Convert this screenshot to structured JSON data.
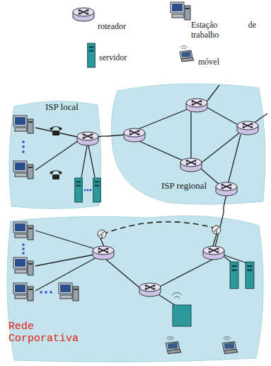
{
  "diagram": {
    "nodes": [
      {
        "text": [
          "ISP local"
        ]
      },
      {
        "text": [
          "ISP regional"
        ]
      },
      {
        "text": [
          "Rede Corporativa"
        ]
      }
    ],
    "edges": [
      {
        "from": 0,
        "to": 1,
        "arrow": "none"
      },
      {
        "from": 1,
        "to": 2,
        "arrow": "none"
      }
    ],
    "legend": [
      {
        "text": "roteador"
      },
      {
        "text": "Estação de trabalho"
      },
      {
        "text": "servidor"
      },
      {
        "text": "móvel"
      }
    ]
  }
}
